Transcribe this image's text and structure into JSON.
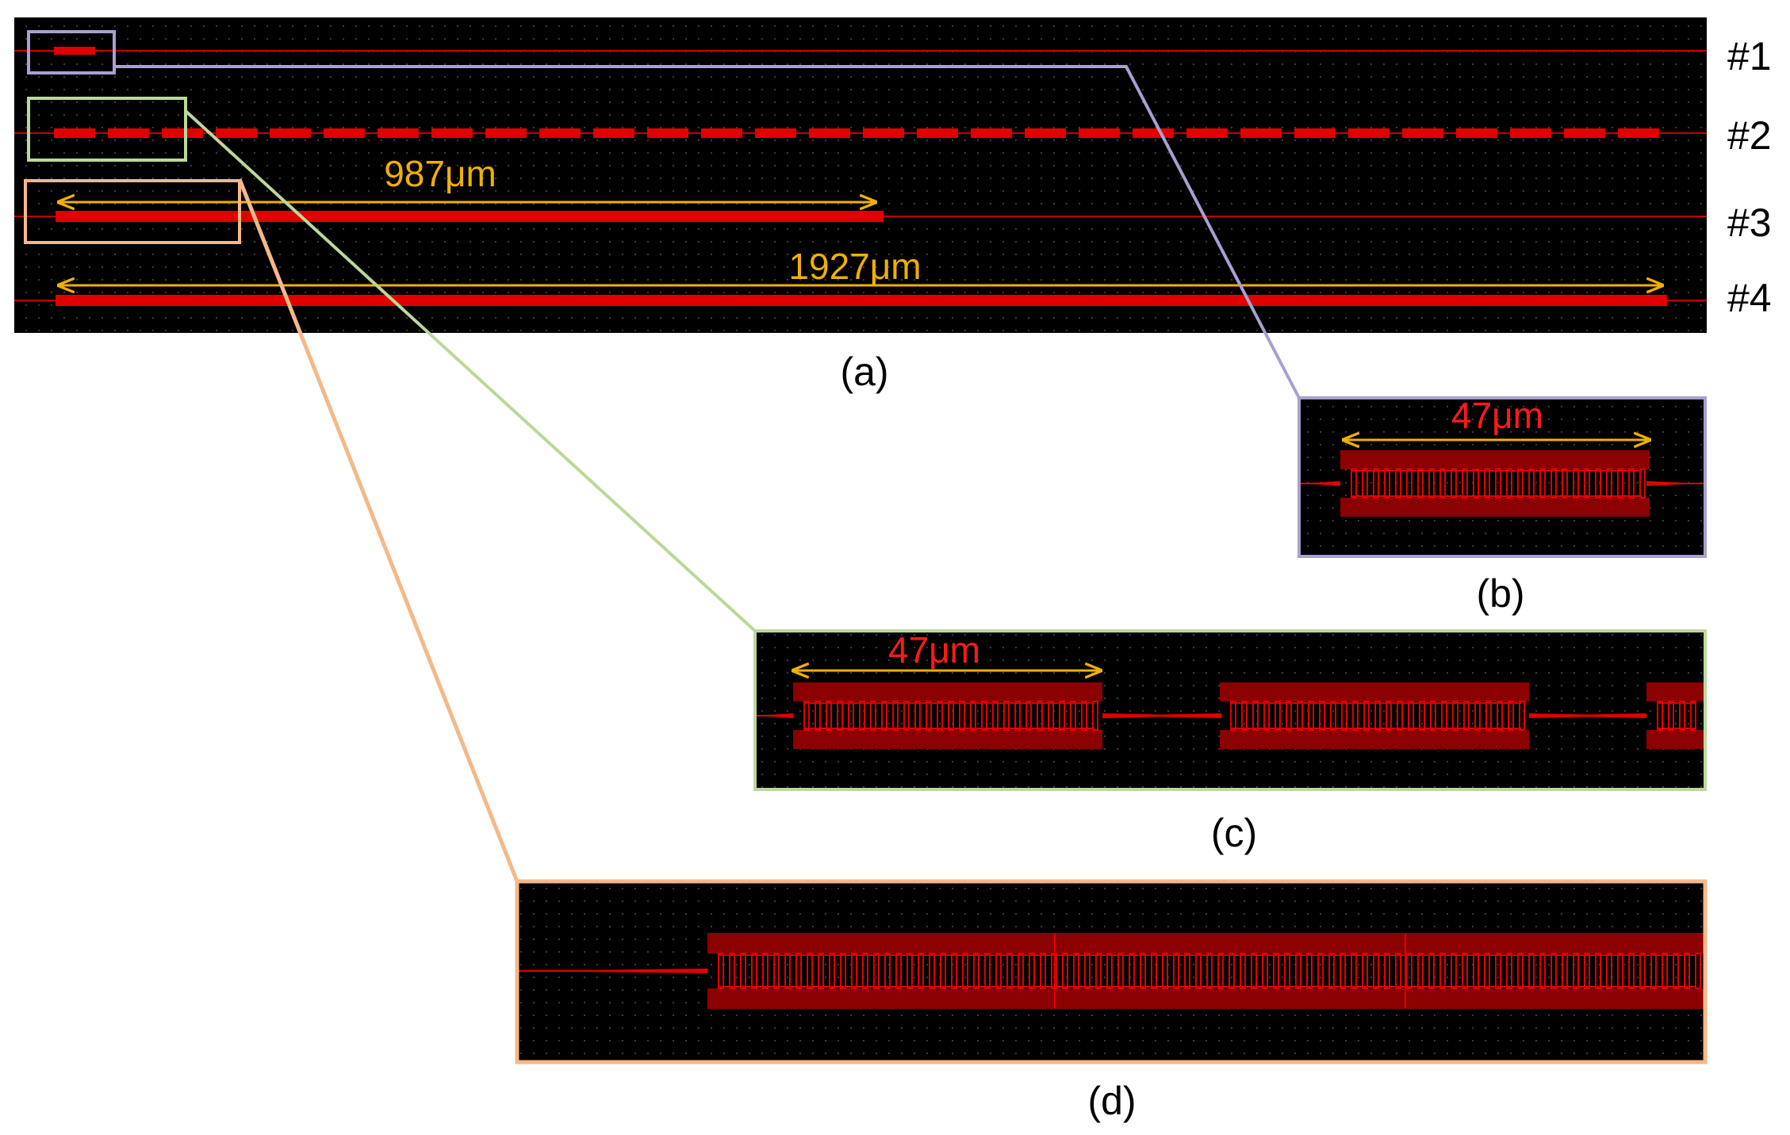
{
  "colors": {
    "background": "#000000",
    "waveguide": "#e00000",
    "device_fill": "#8b0000",
    "dimension": "#f0b000",
    "dimension_text_red": "#ff1a1a",
    "frame_b": "#a8a0d0",
    "frame_c": "#bcd89a",
    "frame_d": "#f5b887"
  },
  "panel_a": {
    "caption": "(a)",
    "rows": [
      {
        "label": "#1"
      },
      {
        "label": "#2"
      },
      {
        "label": "#3",
        "length_label": "987μm"
      },
      {
        "label": "#4",
        "length_label": "1927μm"
      }
    ]
  },
  "panel_b": {
    "caption": "(b)",
    "length_label": "47μm"
  },
  "panel_c": {
    "caption": "(c)",
    "length_label": "47μm"
  },
  "panel_d": {
    "caption": "(d)"
  }
}
